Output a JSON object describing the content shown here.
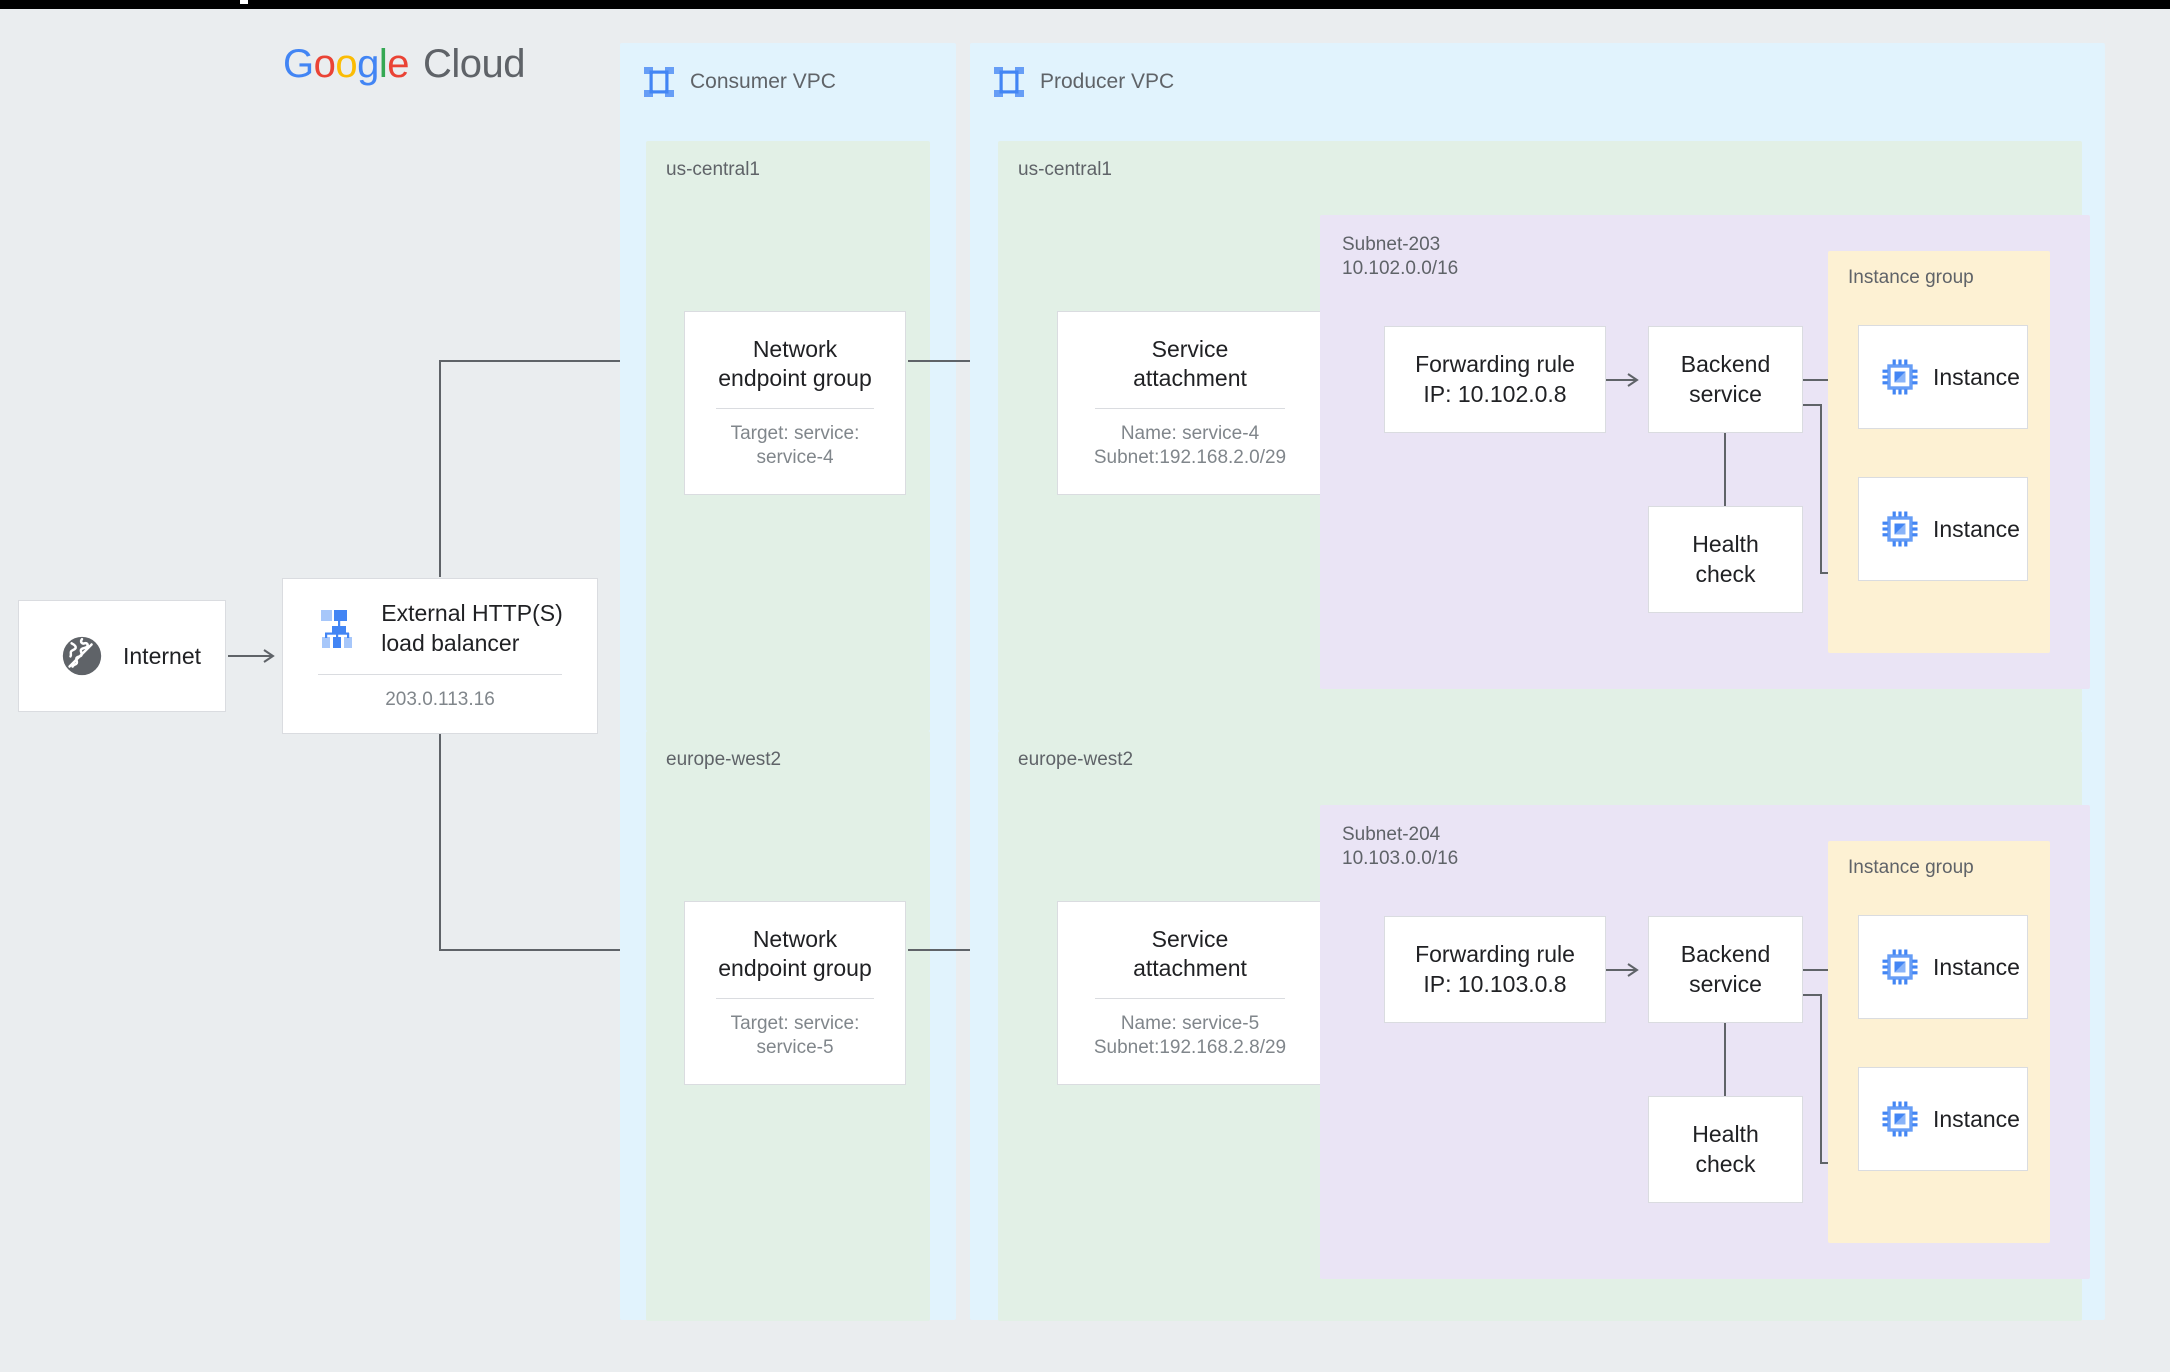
{
  "brand": {
    "google": [
      "G",
      "o",
      "o",
      "g",
      "l",
      "e"
    ],
    "cloud": "Cloud"
  },
  "internet": {
    "label": "Internet",
    "icon": "globe-icon"
  },
  "load_balancer": {
    "title_line1": "External HTTP(S)",
    "title_line2": "load balancer",
    "ip": "203.0.113.16",
    "icon": "load-balancer-icon"
  },
  "consumer_vpc": {
    "title": "Consumer VPC",
    "icon": "vpc-icon",
    "regions": [
      {
        "name": "us-central1",
        "neg": {
          "title_line1": "Network",
          "title_line2": "endpoint group",
          "sub_line1": "Target: service:",
          "sub_line2": "service-4"
        }
      },
      {
        "name": "europe-west2",
        "neg": {
          "title_line1": "Network",
          "title_line2": "endpoint group",
          "sub_line1": "Target: service:",
          "sub_line2": "service-5"
        }
      }
    ]
  },
  "producer_vpc": {
    "title": "Producer VPC",
    "icon": "vpc-icon",
    "regions": [
      {
        "name": "us-central1",
        "service_attachment": {
          "title_line1": "Service",
          "title_line2": "attachment",
          "sub_line1": "Name: service-4",
          "sub_line2": "Subnet:192.168.2.0/29"
        },
        "subnet": {
          "name": "Subnet-203",
          "cidr": "10.102.0.0/16"
        },
        "forwarding_rule": {
          "line1": "Forwarding rule",
          "line2": "IP: 10.102.0.8"
        },
        "backend_service": {
          "line1": "Backend",
          "line2": "service"
        },
        "health_check": {
          "line1": "Health",
          "line2": "check"
        },
        "instance_group": {
          "label": "Instance group",
          "instances": [
            {
              "label": "Instance",
              "icon": "cpu-chip-icon"
            },
            {
              "label": "Instance",
              "icon": "cpu-chip-icon"
            }
          ]
        }
      },
      {
        "name": "europe-west2",
        "service_attachment": {
          "title_line1": "Service",
          "title_line2": "attachment",
          "sub_line1": "Name: service-5",
          "sub_line2": "Subnet:192.168.2.8/29"
        },
        "subnet": {
          "name": "Subnet-204",
          "cidr": "10.103.0.0/16"
        },
        "forwarding_rule": {
          "line1": "Forwarding rule",
          "line2": "IP: 10.103.0.8"
        },
        "backend_service": {
          "line1": "Backend",
          "line2": "service"
        },
        "health_check": {
          "line1": "Health",
          "line2": "check"
        },
        "instance_group": {
          "label": "Instance group",
          "instances": [
            {
              "label": "Instance",
              "icon": "cpu-chip-icon"
            },
            {
              "label": "Instance",
              "icon": "cpu-chip-icon"
            }
          ]
        }
      }
    ]
  },
  "colors": {
    "background": "#eaedef",
    "vpc": "#e1f3fd",
    "region": "#e2f0e6",
    "subnet": "#eae4f5",
    "instance_group": "#fdf1d3",
    "card": "#ffffff",
    "connector": "#5f6368",
    "text_primary": "#202124",
    "text_secondary": "#5f6368",
    "text_muted": "#80868b",
    "google_blue": "#4285F4",
    "google_red": "#EA4335",
    "google_yellow": "#FBBC04",
    "google_green": "#34A853"
  }
}
